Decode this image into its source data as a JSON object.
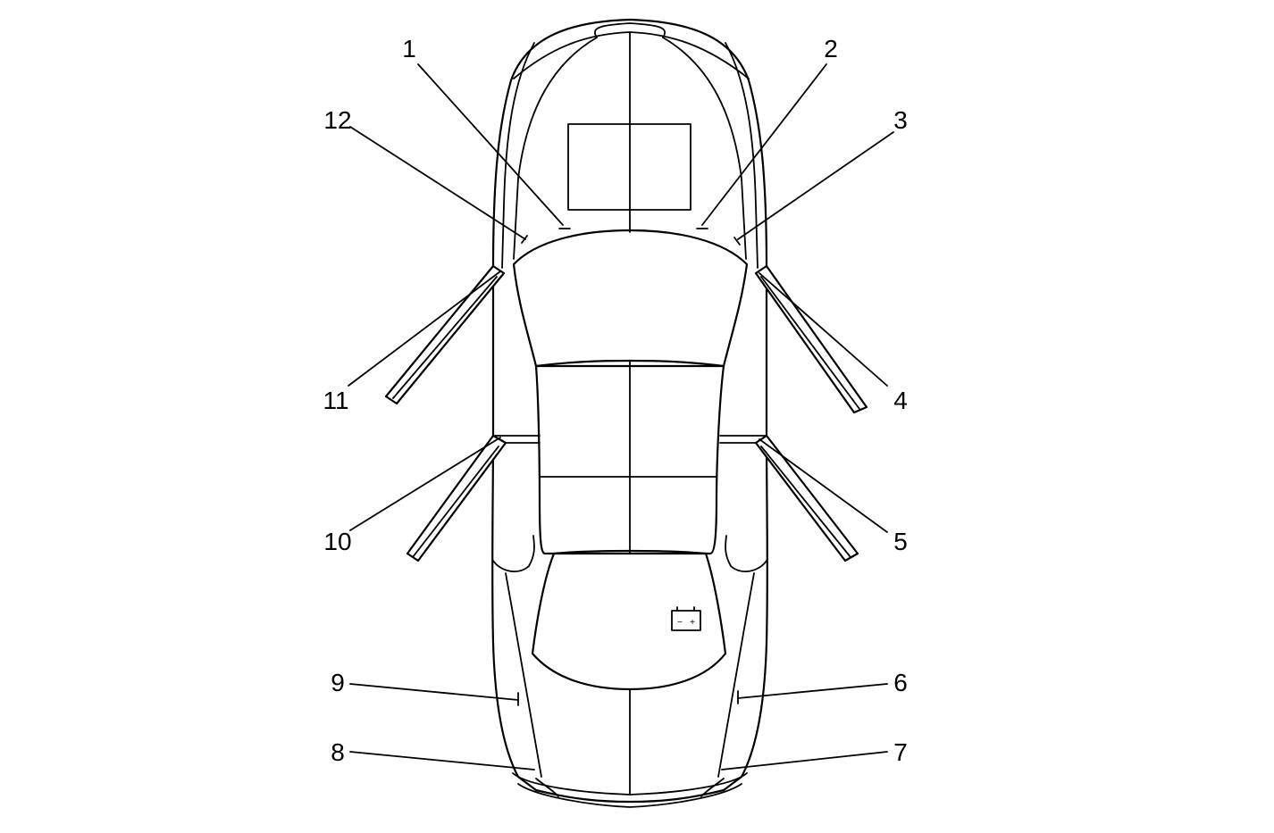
{
  "callouts": [
    {
      "id": "1",
      "text": "1"
    },
    {
      "id": "2",
      "text": "2"
    },
    {
      "id": "3",
      "text": "3"
    },
    {
      "id": "4",
      "text": "4"
    },
    {
      "id": "5",
      "text": "5"
    },
    {
      "id": "6",
      "text": "6"
    },
    {
      "id": "7",
      "text": "7"
    },
    {
      "id": "8",
      "text": "8"
    },
    {
      "id": "9",
      "text": "9"
    },
    {
      "id": "10",
      "text": "10"
    },
    {
      "id": "11",
      "text": "11"
    },
    {
      "id": "12",
      "text": "12"
    }
  ],
  "battery_icon": {
    "name": "battery-icon",
    "minus": "−",
    "plus": "+"
  }
}
